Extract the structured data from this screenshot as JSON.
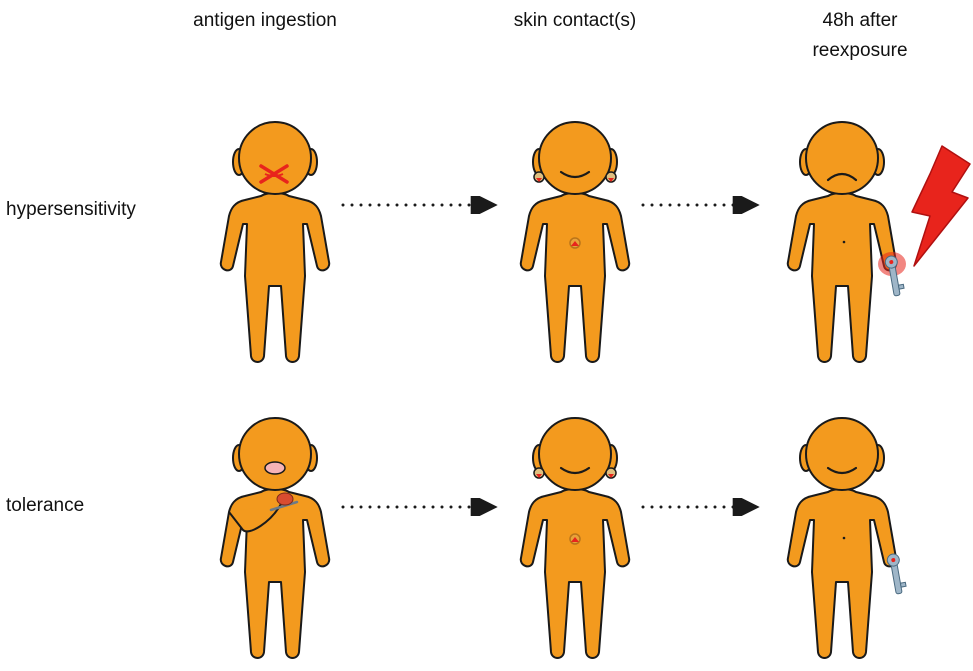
{
  "columns": {
    "ingestion": "antigen ingestion",
    "contact": "skin contact(s)",
    "reexposure_line1": "48h after",
    "reexposure_line2": "reexposure"
  },
  "rows": {
    "hypersensitivity": "hypersensitivity",
    "tolerance": "tolerance"
  },
  "colors": {
    "body": "#f39a1e",
    "outline": "#1a1a1a",
    "reaction": "#e8241c",
    "mouth": "#f7b3b5",
    "metal": "#9fb6c8",
    "earring_ring": "#e0c080"
  },
  "icons": {
    "reaction": "lightning-bolt-icon",
    "allergen": "nickel-key-icon",
    "earring": "earring-icon",
    "belt_buckle": "belt-buckle-icon",
    "spoon": "spoon-icon"
  }
}
